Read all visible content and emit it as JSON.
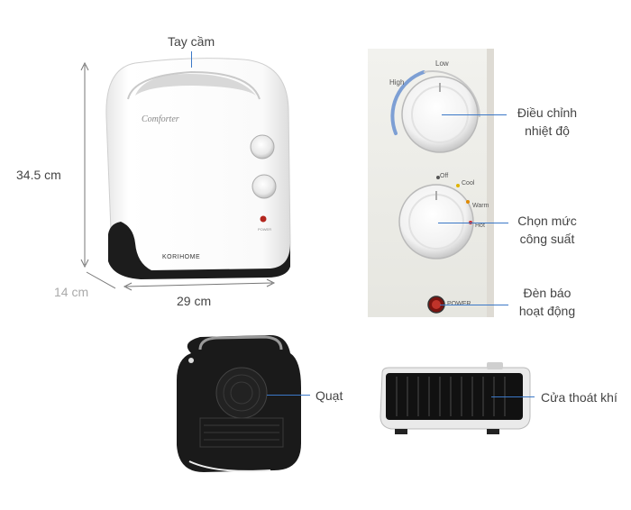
{
  "callouts": {
    "handle": "Tay cầm",
    "temp_adjust_l1": "Điều chỉnh",
    "temp_adjust_l2": "nhiệt độ",
    "power_select_l1": "Chọn mức",
    "power_select_l2": "công suất",
    "indicator_l1": "Đèn báo",
    "indicator_l2": "hoạt động",
    "fan": "Quạt",
    "air_outlet": "Cửa thoát khí"
  },
  "dimensions": {
    "height": "34.5 cm",
    "depth": "14 cm",
    "width": "29 cm"
  },
  "product": {
    "logo_script": "Comforter",
    "brand": "KORIHOME"
  },
  "panel": {
    "low": "Low",
    "high": "High",
    "off": "Off",
    "cool": "Cool",
    "warm": "Warm",
    "hot": "Hot",
    "power": "POWER"
  },
  "colors": {
    "accent": "#3b78c7",
    "body": "#f4f4f4",
    "panel": "#eeeeea",
    "dark": "#1c1c1c",
    "indicator": "#b3261e"
  }
}
